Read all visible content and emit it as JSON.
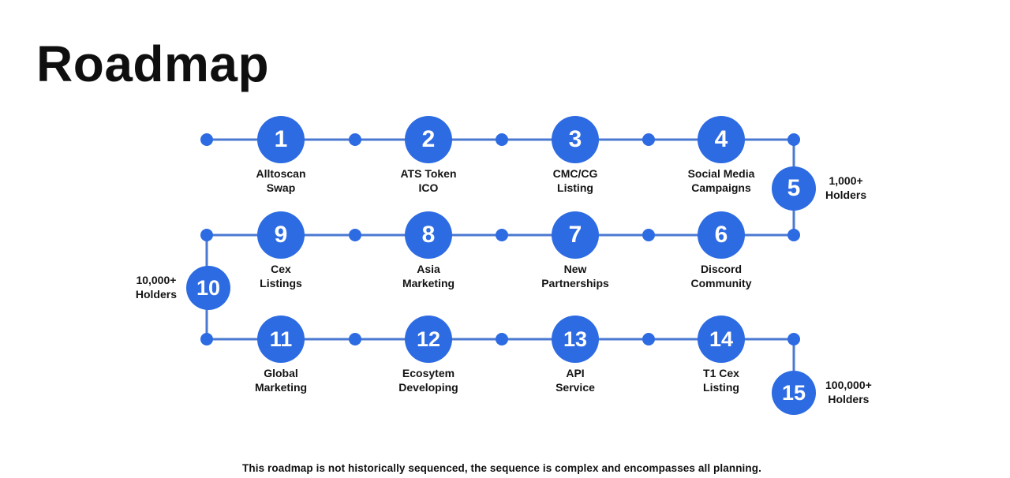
{
  "page": {
    "title": "Roadmap",
    "footer": "This roadmap is not historically sequenced, the sequence is complex and encompasses all planning."
  },
  "colors": {
    "node_fill": "#2d6be3",
    "connector_line": "#4b79d1",
    "label_text": "#141414",
    "number_text": "#ffffff",
    "background": "#ffffff"
  },
  "roadmap": {
    "nodes": [
      {
        "number": "1",
        "label_lines": [
          "Alltoscan",
          "Swap"
        ],
        "type": "step"
      },
      {
        "number": "2",
        "label_lines": [
          "ATS Token",
          "ICO"
        ],
        "type": "step"
      },
      {
        "number": "3",
        "label_lines": [
          "CMC/CG",
          "Listing"
        ],
        "type": "step"
      },
      {
        "number": "4",
        "label_lines": [
          "Social Media",
          "Campaigns"
        ],
        "type": "step"
      },
      {
        "number": "5",
        "label_lines": [
          "1,000+",
          "Holders"
        ],
        "type": "milestone",
        "label_side": "right"
      },
      {
        "number": "6",
        "label_lines": [
          "Discord",
          "Community"
        ],
        "type": "step"
      },
      {
        "number": "7",
        "label_lines": [
          "New",
          "Partnerships"
        ],
        "type": "step"
      },
      {
        "number": "8",
        "label_lines": [
          "Asia",
          "Marketing"
        ],
        "type": "step"
      },
      {
        "number": "9",
        "label_lines": [
          "Cex",
          "Listings"
        ],
        "type": "step"
      },
      {
        "number": "10",
        "label_lines": [
          "10,000+",
          "Holders"
        ],
        "type": "milestone",
        "label_side": "left"
      },
      {
        "number": "11",
        "label_lines": [
          "Global",
          "Marketing"
        ],
        "type": "step"
      },
      {
        "number": "12",
        "label_lines": [
          "Ecosytem",
          "Developing"
        ],
        "type": "step"
      },
      {
        "number": "13",
        "label_lines": [
          "API",
          "Service"
        ],
        "type": "step"
      },
      {
        "number": "14",
        "label_lines": [
          "T1 Cex",
          "Listing"
        ],
        "type": "step"
      },
      {
        "number": "15",
        "label_lines": [
          "100,000+",
          "Holders"
        ],
        "type": "milestone",
        "label_side": "right"
      }
    ]
  }
}
